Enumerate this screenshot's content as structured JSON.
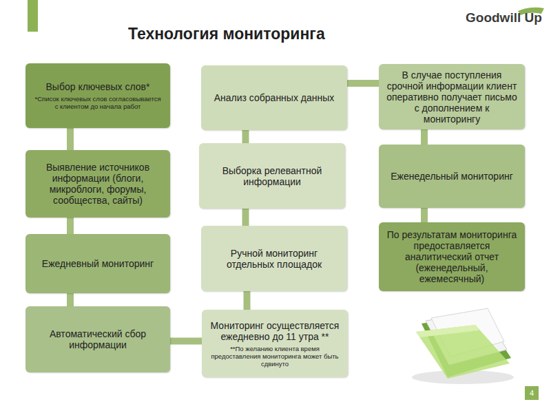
{
  "diagram": {
    "title": "Технология мониторинга",
    "nodes": [
      {
        "text": [
          "Выбор ключевых слов*",
          "*Список ключевых слов согласовывается с клиентом до начала работ"
        ]
      },
      {
        "text": [
          "Выявление источников информации (блоги, микроблоги, форумы, сообщества, сайты)"
        ]
      },
      {
        "text": [
          "Ежедневный мониторинг"
        ]
      },
      {
        "text": [
          "Автоматический сбор информации"
        ]
      },
      {
        "text": [
          "Анализ собранных данных"
        ]
      },
      {
        "text": [
          "Выборка релевантной информации"
        ]
      },
      {
        "text": [
          "Ручной мониторинг отдельных площадок"
        ]
      },
      {
        "text": [
          "Мониторинг осуществляется ежедневно до 11 утра **",
          "**По желанию клиента время предоставления мониторинга может быть сдвинуто"
        ]
      },
      {
        "text": [
          "В случае поступления срочной информации клиент оперативно получает письмо с дополнением к мониторингу"
        ]
      },
      {
        "text": [
          "Еженедельный мониторинг"
        ]
      },
      {
        "text": [
          "По результатам мониторинга предоставляется аналитический отчет (еженедельный, ежемесячный)"
        ]
      }
    ],
    "edges": [
      {
        "from": 0,
        "to": 1,
        "arrow": "none"
      },
      {
        "from": 1,
        "to": 2,
        "arrow": "none"
      },
      {
        "from": 2,
        "to": 3,
        "arrow": "none"
      },
      {
        "from": 3,
        "to": 7,
        "arrow": "none"
      },
      {
        "from": 7,
        "to": 6,
        "arrow": "none"
      },
      {
        "from": 6,
        "to": 5,
        "arrow": "none"
      },
      {
        "from": 5,
        "to": 4,
        "arrow": "none"
      },
      {
        "from": 4,
        "to": 8,
        "arrow": "none"
      },
      {
        "from": 8,
        "to": 9,
        "arrow": "none"
      },
      {
        "from": 9,
        "to": 10,
        "arrow": "none"
      }
    ],
    "labels": [
      "Goodwill Up",
      "4"
    ]
  }
}
